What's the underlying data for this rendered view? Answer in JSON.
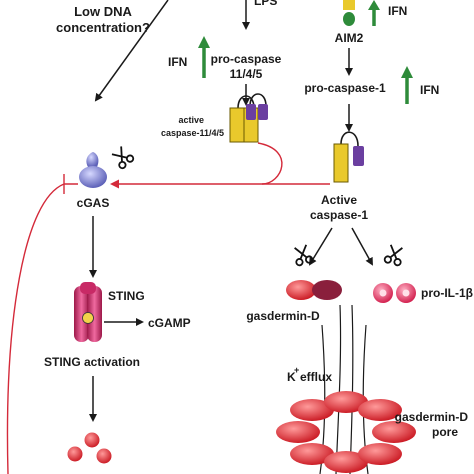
{
  "labels": {
    "low_dna": "Low DNA",
    "concentration": "concentration?",
    "lps": "LPS",
    "ifn": "IFN",
    "aim2": "AIM2",
    "pro_caspase_1145_line1": "pro-caspase",
    "pro_caspase_1145_line2": "11/4/5",
    "pro_caspase_1": "pro-caspase-1",
    "active_caspase_1145_line1": "active",
    "active_caspase_1145_line2": "caspase-11/4/5",
    "active_caspase_1_line1": "Active",
    "active_caspase_1_line2": "caspase-1",
    "cgas": "cGAS",
    "sting": "STING",
    "cgamp": "cGAMP",
    "sting_activation": "STING activation",
    "gasdermin_d": "gasdermin-D",
    "pro_il_1b": "pro-IL-1β",
    "k_efflux": "efflux",
    "k_plus": "K",
    "plus": "+",
    "gasdermin_pore_line1": "gasdermin-D",
    "gasdermin_pore_line2": "pore"
  },
  "colors": {
    "ifn_arrow": "#2e8b3a",
    "inhibition_line": "#d42a3a",
    "cgas": "#8c8fd6",
    "sting": "#d63a78",
    "caspase_yellow": "#e9c92c",
    "caspase_purple": "#6b3fa0",
    "gasdermin": "#e0343c",
    "il1b": "#e73560"
  },
  "icons": [
    "scissors-icon",
    "scissors-icon",
    "scissors-icon",
    "scissors-icon"
  ]
}
